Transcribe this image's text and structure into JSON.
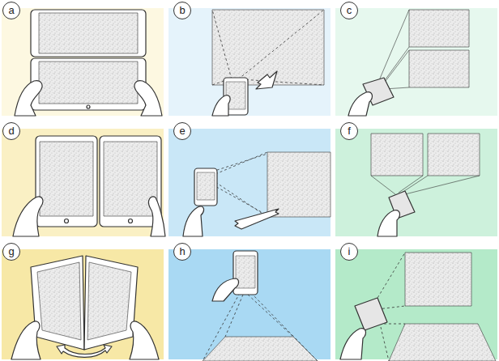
{
  "diagram": {
    "nodes": [
      {
        "text": [
          "a"
        ]
      },
      {
        "text": [
          "b"
        ]
      },
      {
        "text": [
          "c"
        ]
      },
      {
        "text": [
          "d"
        ]
      },
      {
        "text": [
          "e"
        ]
      },
      {
        "text": [
          "f"
        ]
      },
      {
        "text": [
          "g"
        ]
      },
      {
        "text": [
          "h"
        ]
      },
      {
        "text": [
          "i"
        ]
      }
    ]
  }
}
